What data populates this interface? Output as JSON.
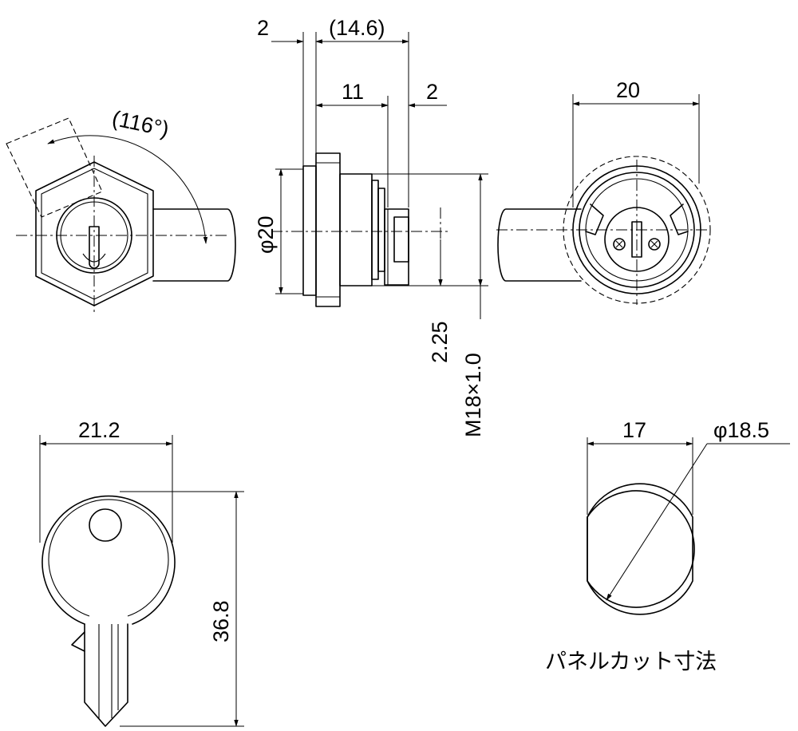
{
  "dimensions": {
    "flange_thickness": "2",
    "overall_length": "(14.6)",
    "body_length": "11",
    "cam_thickness": "2",
    "rotation_angle": "(116°)",
    "body_diameter": "φ20",
    "cam_offset": "2.25",
    "thread": "M18×1.0",
    "front_width": "20",
    "key_width": "21.2",
    "key_length": "36.8",
    "cutout_flat": "17",
    "cutout_diameter": "φ18.5"
  },
  "caption": "パネルカット寸法"
}
